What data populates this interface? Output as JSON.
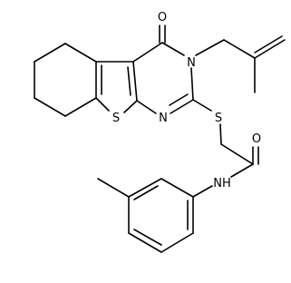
{
  "molecule": {
    "atoms": {
      "oxygen_carbonyl_top": "O",
      "nitrogen_ring": "N",
      "nitrogen_pyrimidine": "N",
      "sulfur_thiophene": "S",
      "sulfur_thioether": "S",
      "oxygen_amide": "O",
      "nitrogen_amide": "NH"
    }
  }
}
